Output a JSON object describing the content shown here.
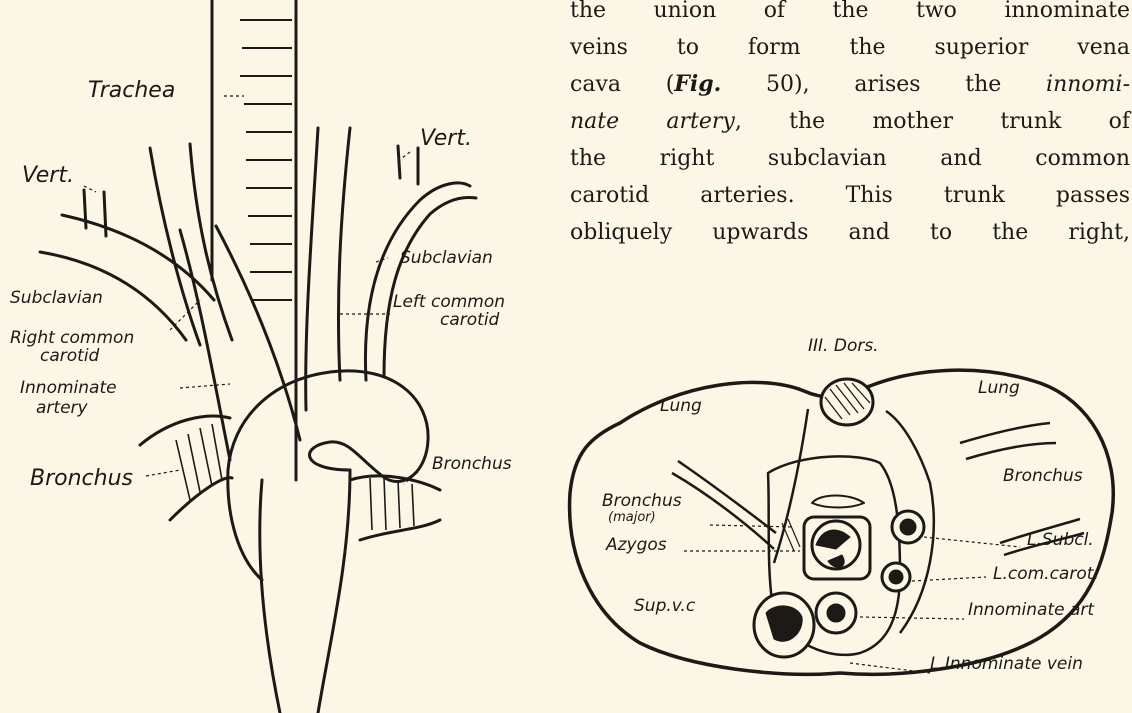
{
  "prose": {
    "l1": "the union of the two innominate",
    "l2": "veins to form the superior vena",
    "l3a": "cava (",
    "l3fig": "Fig.",
    "l3b": " 50), arises the ",
    "l3i": "innomi-",
    "l4i": "nate artery",
    "l4b": ", the mother trunk of",
    "l5": "the right subclavian and common",
    "l6": "carotid arteries.  This trunk passes",
    "l7": "obliquely upwards and to the right,"
  },
  "figure_left": {
    "trachea": "Trachea",
    "vert_right": "Vert.",
    "vert_left": "Vert.",
    "subclavian_right": "Subclavian",
    "subclavian_left": "Subclavian",
    "left_common_l1": "Left common",
    "left_common_l2": "carotid",
    "right_common_l1": "Right common",
    "right_common_l2": "carotid",
    "innominate_l1": "Innominate",
    "innominate_l2": "artery",
    "bronchus_left": "Bronchus",
    "bronchus_right": "Bronchus"
  },
  "figure_right": {
    "dors": "III. Dors.",
    "lung_left": "Lung",
    "lung_right": "Lung",
    "bronchus_right": "Bronchus",
    "bronchus_major_l1": "Bronchus",
    "bronchus_major_l2": "(major)",
    "azygos": "Azygos",
    "sup_vc": "Sup.v.c",
    "l_subcl": "L.Subcl.",
    "l_com_carot": "L.com.carot.",
    "innominate_art": "Innominate art",
    "l_innominate_vein": "L.Innominate vein"
  },
  "colors": {
    "paper": "#fbf6e6",
    "ink": "#1c1a17"
  }
}
